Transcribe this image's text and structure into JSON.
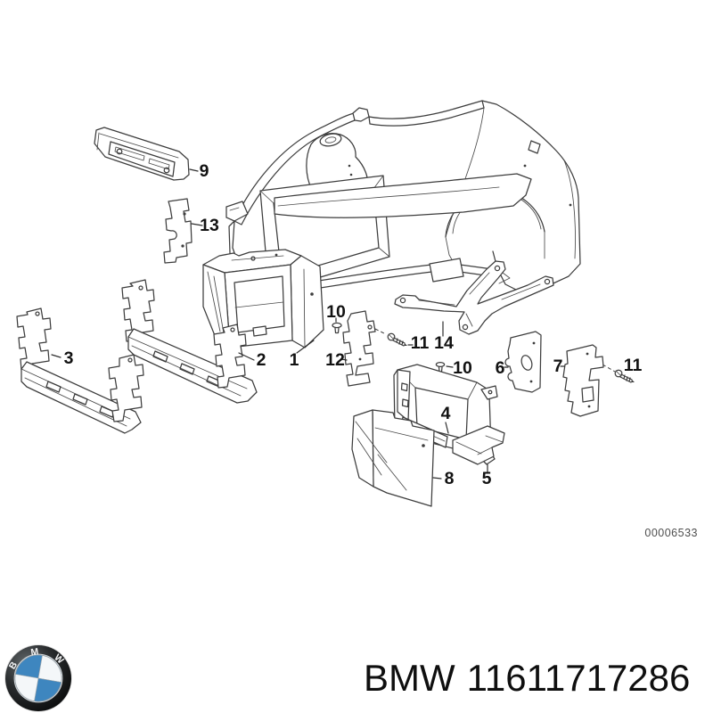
{
  "diagram": {
    "catalog_code": "00006533",
    "callouts": [
      {
        "label": "9"
      },
      {
        "label": "13"
      },
      {
        "label": "3"
      },
      {
        "label": "2"
      },
      {
        "label": "1"
      },
      {
        "label": "12"
      },
      {
        "label": "10"
      },
      {
        "label": "11"
      },
      {
        "label": "14"
      },
      {
        "label": "10"
      },
      {
        "label": "6"
      },
      {
        "label": "7"
      },
      {
        "label": "11"
      },
      {
        "label": "4"
      },
      {
        "label": "5"
      },
      {
        "label": "8"
      }
    ]
  },
  "footer": {
    "brand": "BMW",
    "part_number": "11611717286",
    "logo_letters": [
      "B",
      "M",
      "W"
    ],
    "logo_blue": "#3e86bf"
  }
}
